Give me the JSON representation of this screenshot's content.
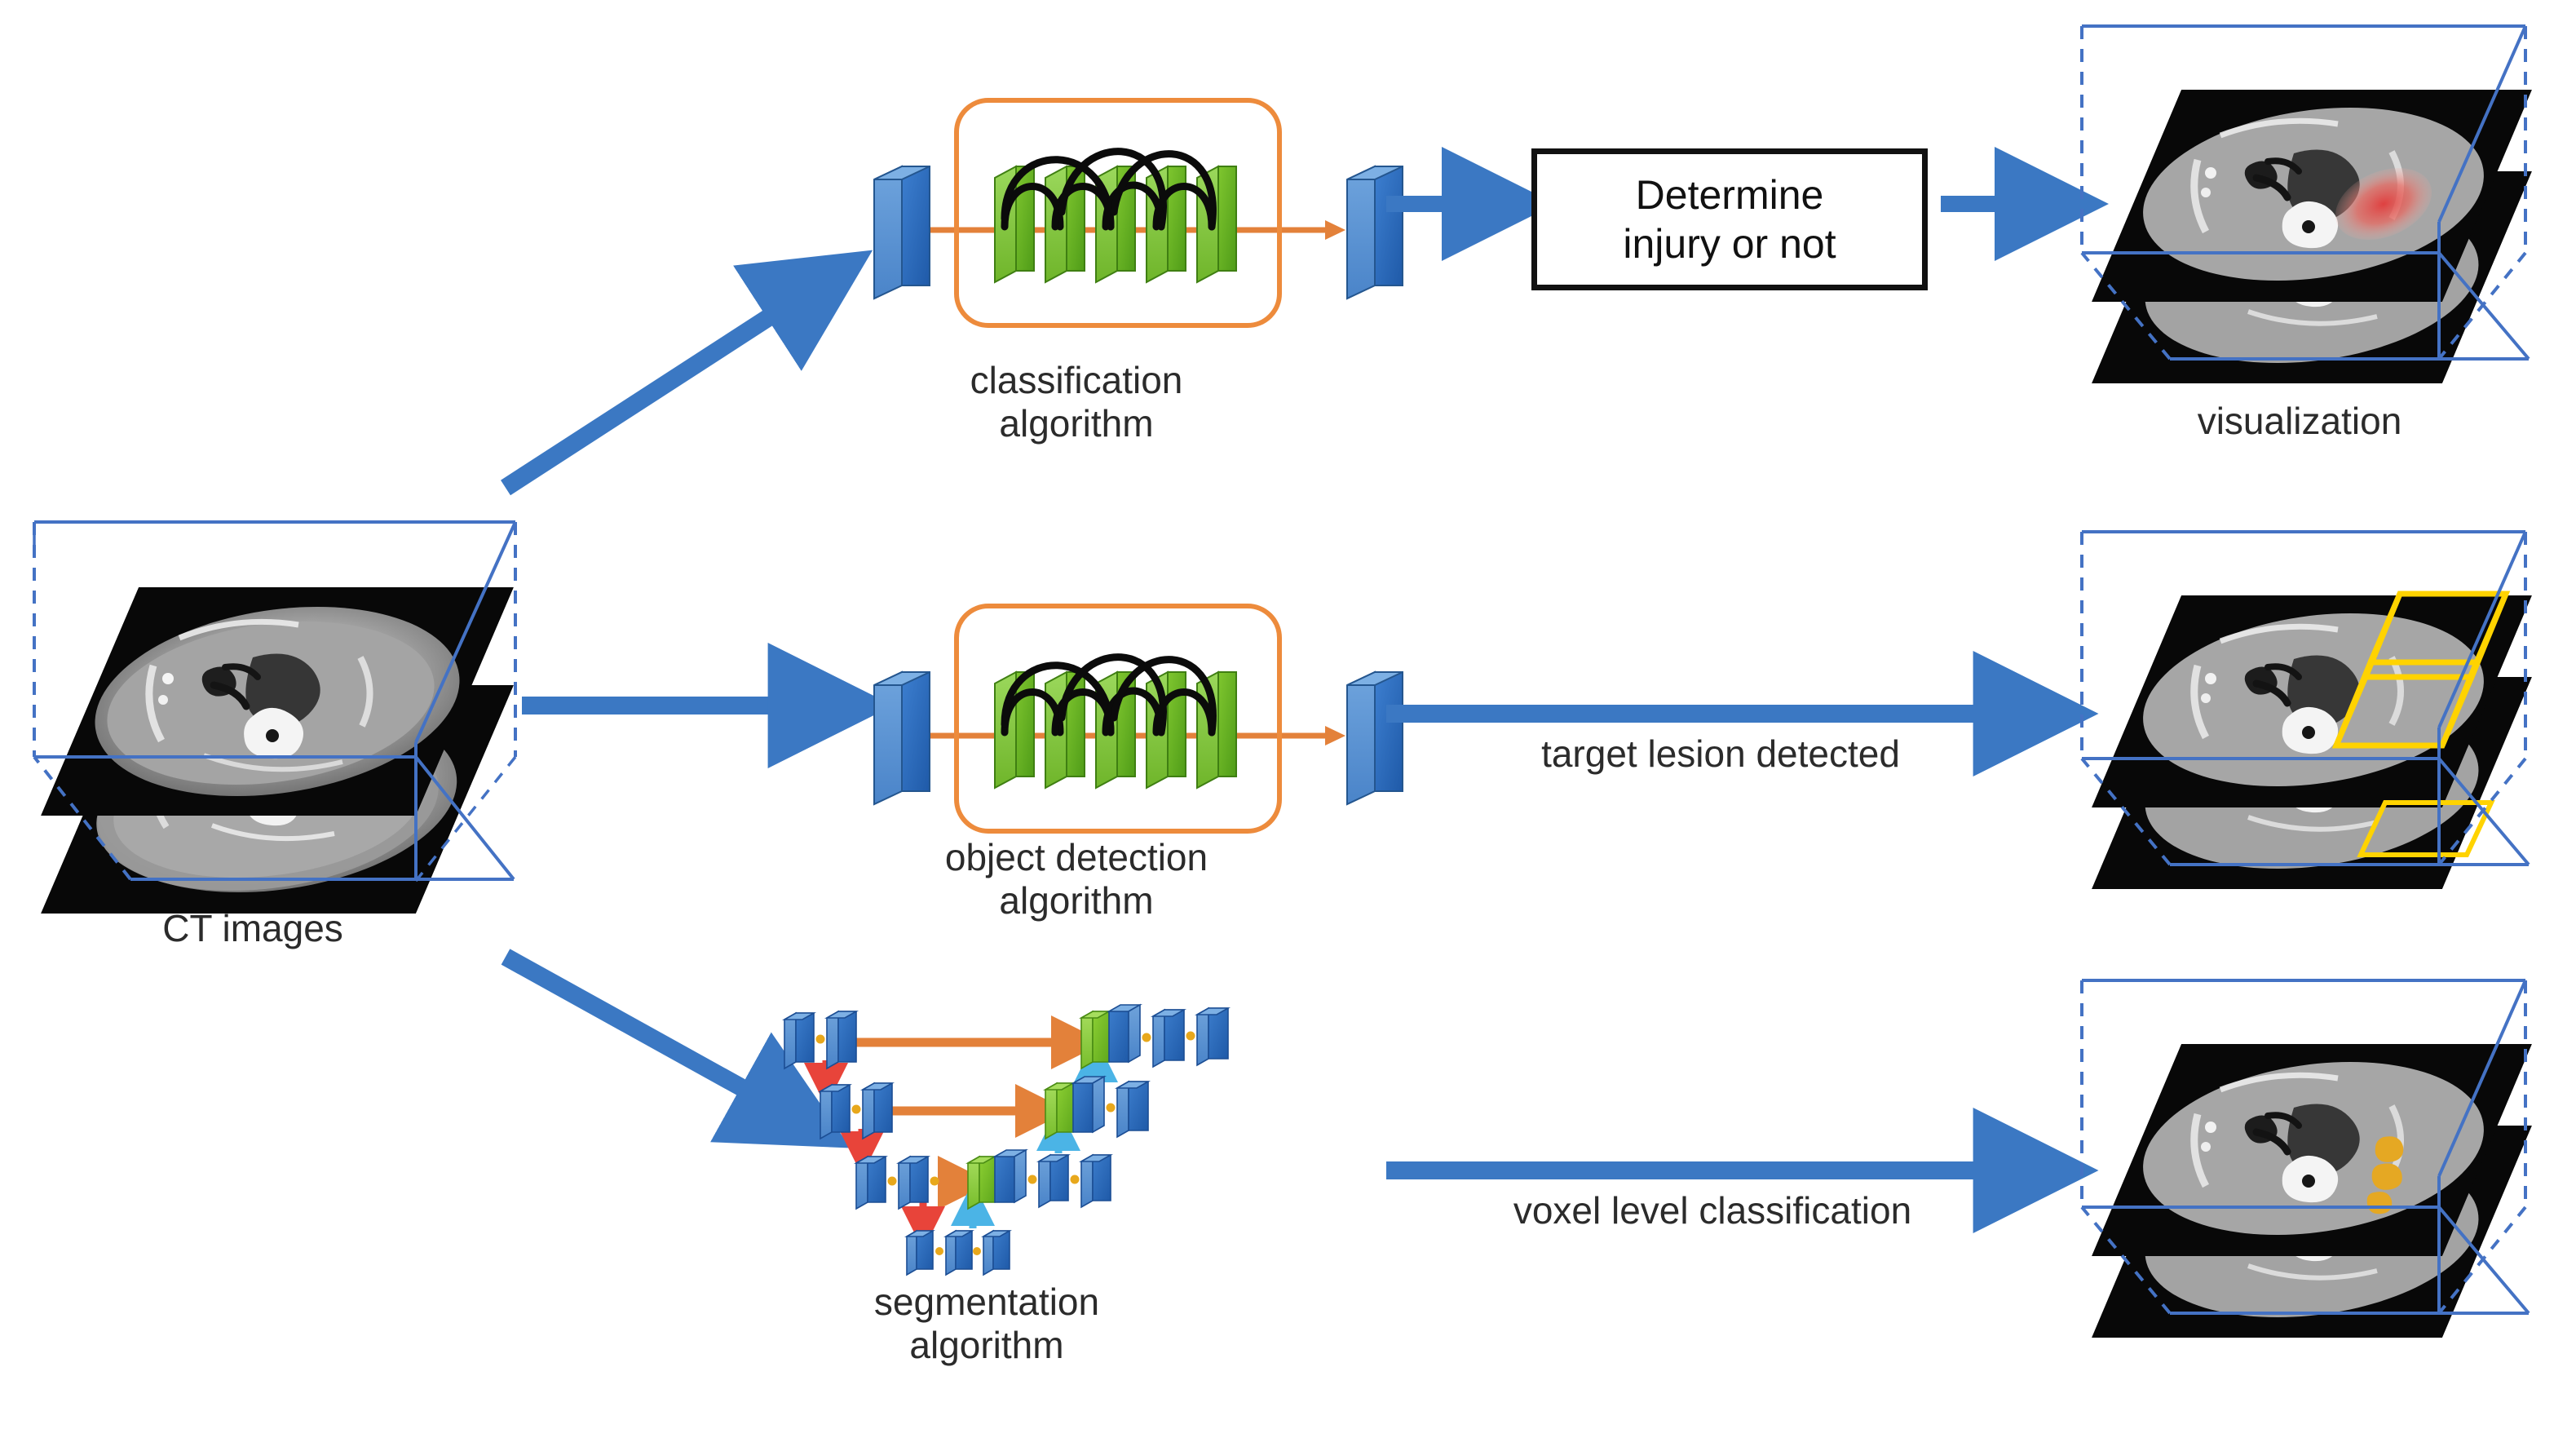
{
  "figure": {
    "type": "medical-ai-pipeline-diagram",
    "background": "#ffffff"
  },
  "colors": {
    "arrow_blue": "#3b78c3",
    "wire_blue": "#4472c4",
    "network_orange": "#ed8b3c",
    "cube_blue": "#2e6fc0",
    "bar_green": "#6cb92c",
    "concat_green": "#7dc32e",
    "down_arrow_red": "#e8443a",
    "up_arrow_cyan": "#4bb4e6",
    "skip_orange": "#e3813a",
    "dot_yellow": "#e8a81c",
    "bbox_yellow": "#ffd300",
    "heatmap_red": "#e04848",
    "seg_amber": "#e5a823",
    "box_border": "#111111",
    "text": "#2b2b2b"
  },
  "input": {
    "label": "CT images",
    "icon": "ct-volume-icon"
  },
  "branches": [
    {
      "id": "classification",
      "algorithm_label": "classification\nalgorithm",
      "decision_box": "Determine\ninjury or not",
      "output_label": "visualization",
      "output_overlay": "red-heatmap",
      "network": {
        "type": "dense-cnn",
        "input_cube": "blue-feature-cube",
        "output_cube": "blue-feature-cube",
        "layers": 5,
        "skip_arcs": 5
      }
    },
    {
      "id": "object-detection",
      "algorithm_label": "object detection\nalgorithm",
      "edge_label": "target lesion detected",
      "output_label": "",
      "output_overlay": "yellow-bounding-boxes",
      "network": {
        "type": "dense-cnn",
        "input_cube": "blue-feature-cube",
        "output_cube": "blue-feature-cube",
        "layers": 5,
        "skip_arcs": 5
      }
    },
    {
      "id": "segmentation",
      "algorithm_label": "segmentation\nalgorithm",
      "edge_label": "voxel level classification",
      "output_label": "",
      "output_overlay": "amber-segmentation-mask",
      "network": {
        "type": "u-net",
        "levels": 4,
        "skip_connections": 3,
        "down_arrows": 3,
        "up_arrows": 3
      }
    }
  ],
  "legend_semantics": {
    "blue_cube": "feature map",
    "green_cube": "skip-connected feature map",
    "red_arrow": "down-sampling",
    "cyan_arrow": "up-sampling",
    "orange_arrow": "skip connection",
    "yellow_dot": "convolution"
  }
}
